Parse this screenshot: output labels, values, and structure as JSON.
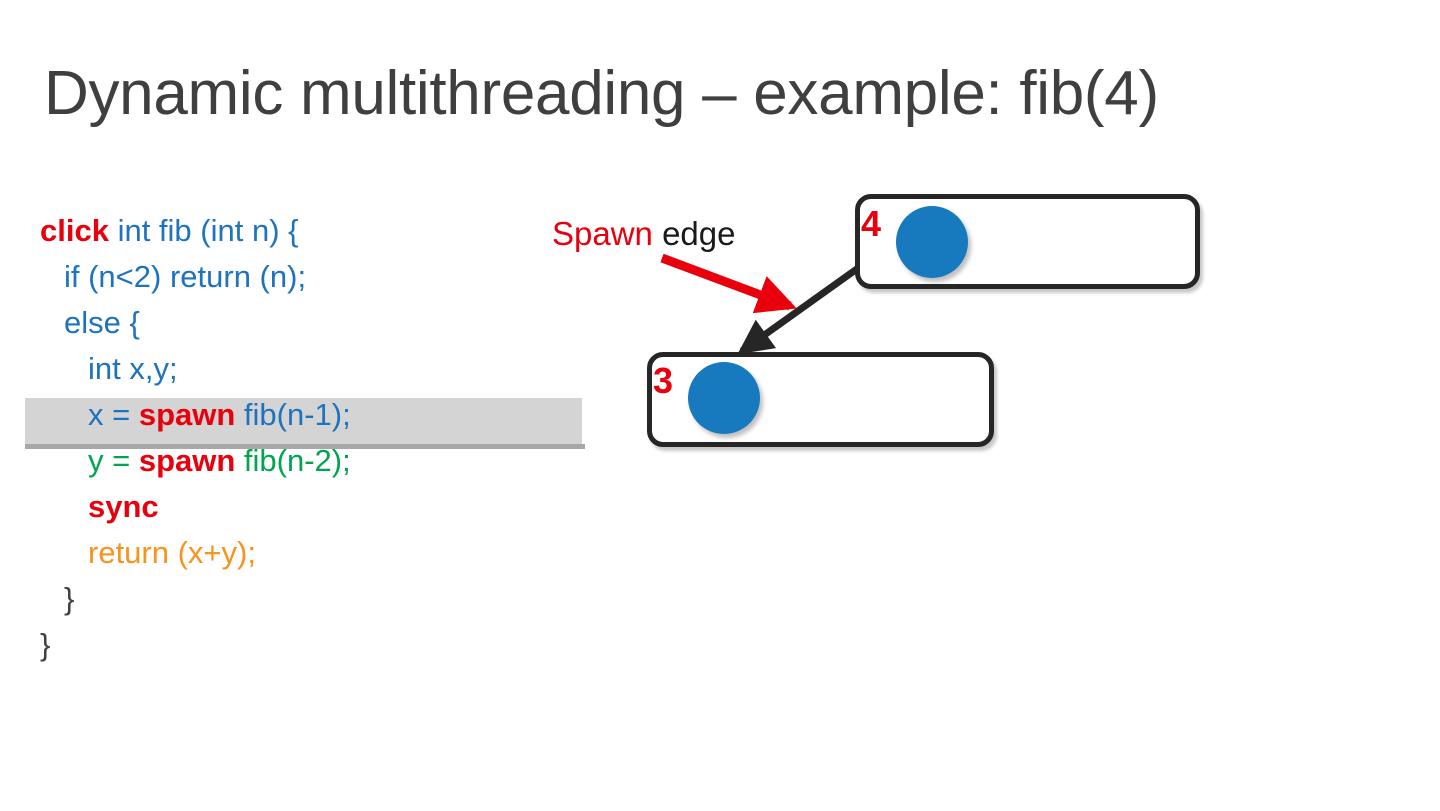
{
  "slide": {
    "title": "Dynamic multithreading – example: fib(4)"
  },
  "code": {
    "lines": [
      {
        "indent": 0,
        "tokens": [
          {
            "text": "click",
            "style": "kw"
          },
          {
            "text": " int fib (int n) {",
            "style": "blue"
          }
        ]
      },
      {
        "indent": 1,
        "tokens": [
          {
            "text": "if (n<2) return (n);",
            "style": "blue"
          }
        ]
      },
      {
        "indent": 1,
        "tokens": [
          {
            "text": "else {",
            "style": "blue"
          }
        ]
      },
      {
        "indent": 2,
        "tokens": [
          {
            "text": "int x,y;",
            "style": "blue"
          }
        ]
      },
      {
        "indent": 2,
        "tokens": [
          {
            "text": "x = ",
            "style": "blue"
          },
          {
            "text": "spawn",
            "style": "kw"
          },
          {
            "text": " fib(n-1);",
            "style": "blue"
          }
        ]
      },
      {
        "indent": 2,
        "tokens": [
          {
            "text": "y = ",
            "style": "green"
          },
          {
            "text": "spawn",
            "style": "kw"
          },
          {
            "text": " fib(n-2);",
            "style": "green"
          }
        ]
      },
      {
        "indent": 2,
        "tokens": [
          {
            "text": "sync",
            "style": "kw"
          }
        ]
      },
      {
        "indent": 2,
        "tokens": [
          {
            "text": "return (x+y);",
            "style": "orange"
          }
        ]
      },
      {
        "indent": 1,
        "tokens": [
          {
            "text": "}",
            "style": "dark"
          }
        ]
      },
      {
        "indent": 0,
        "tokens": [
          {
            "text": "}",
            "style": "dark"
          }
        ]
      }
    ],
    "highlighted_line_index": 4,
    "highlighted_line_text": "x = spawn fib(n-1);"
  },
  "diagram": {
    "annotation": {
      "red_word": "Spawn",
      "black_word": " edge",
      "full_text": "Spawn edge"
    },
    "nodes": [
      {
        "id": "node-4",
        "label": "4"
      },
      {
        "id": "node-3",
        "label": "3"
      }
    ]
  },
  "colors": {
    "keyword_red": "#e8000d",
    "code_blue": "#1e73be",
    "code_green": "#00a550",
    "code_orange": "#f7941e",
    "code_dark": "#404040",
    "node_dot_blue": "#1779be",
    "node_border": "#262626",
    "title_grey": "#3f3f3f",
    "highlight_grey": "#d4d4d4",
    "arrow_red": "#e8000d",
    "arrow_black": "#262626"
  }
}
